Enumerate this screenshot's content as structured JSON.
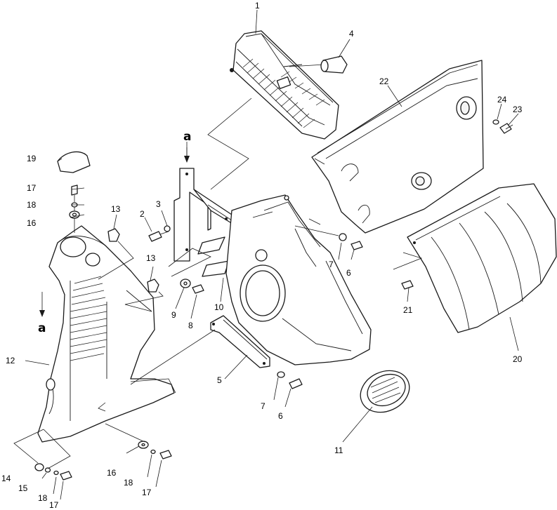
{
  "callout_a": "a",
  "labels": {
    "p1": "1",
    "p2": "2",
    "p3": "3",
    "p4": "4",
    "p5": "5",
    "p6a": "6",
    "p6b": "6",
    "p7a": "7",
    "p7b": "7",
    "p8": "8",
    "p9": "9",
    "p10": "10",
    "p11": "11",
    "p12": "12",
    "p13a": "13",
    "p13b": "13",
    "p14": "14",
    "p15": "15",
    "p16a": "16",
    "p16b": "16",
    "p17a": "17",
    "p17b": "17",
    "p17c": "17",
    "p18a": "18",
    "p18b": "18",
    "p18c": "18",
    "p19": "19",
    "p20": "20",
    "p21": "21",
    "p22": "22",
    "p23": "23",
    "p24": "24"
  }
}
